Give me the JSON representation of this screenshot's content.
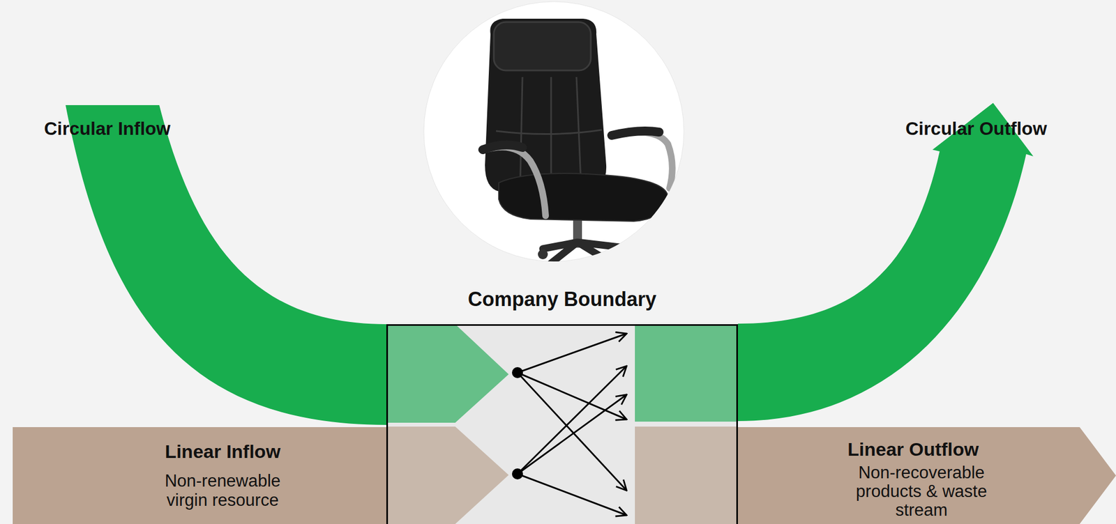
{
  "diagram": {
    "nodes": [
      {
        "text": [
          "Circular Inflow"
        ]
      },
      {
        "text": [
          "Circular Outflow"
        ]
      },
      {
        "text": [
          "Company Boundary"
        ]
      },
      {
        "text": [
          "Linear Inflow",
          "Non-renewable virgin resource"
        ]
      },
      {
        "text": [
          "Linear Outflow",
          "Non-recoverable products & waste stream"
        ]
      }
    ]
  }
}
